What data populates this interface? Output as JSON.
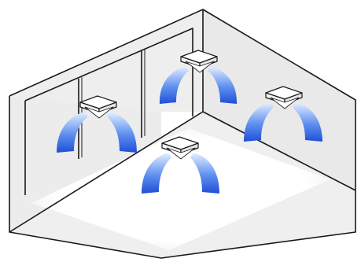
{
  "illustration": {
    "subject": "ceiling-cassette-air-conditioners-in-room",
    "units": [
      {
        "id": "unit-back-wall",
        "airflow": "down-split"
      },
      {
        "id": "unit-left",
        "airflow": "down-split"
      },
      {
        "id": "unit-right",
        "airflow": "down-split"
      },
      {
        "id": "unit-center",
        "airflow": "down-split"
      }
    ],
    "colors": {
      "wall": "#ededed",
      "floor": "#f6f6f6",
      "floor_glow": "#ffffff",
      "outline": "#1a1a1a",
      "airflow_dark": "#1f4fd8",
      "airflow_light": "#e6f0ff",
      "unit_body": "#ffffff"
    }
  }
}
